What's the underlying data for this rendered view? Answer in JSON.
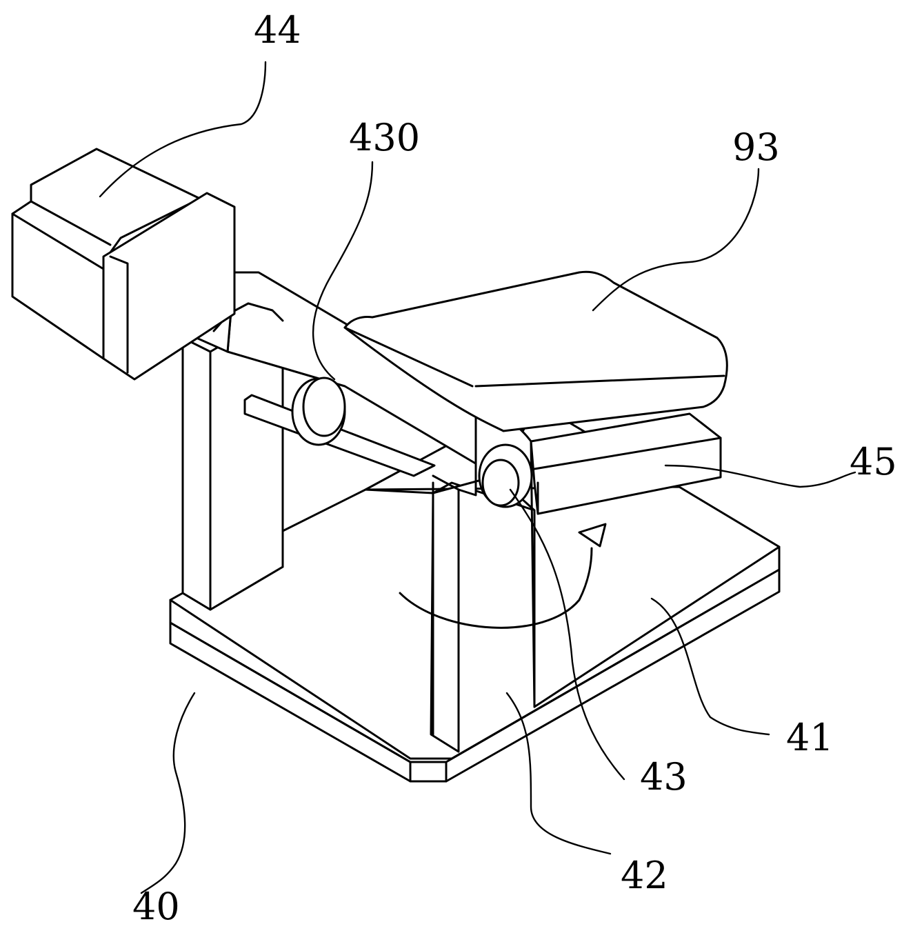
{
  "labels": {
    "ref_44": "44",
    "ref_430": "430",
    "ref_93": "93",
    "ref_45": "45",
    "ref_41": "41",
    "ref_43": "43",
    "ref_42": "42",
    "ref_40": "40"
  },
  "colors": {
    "line": "#000000",
    "background": "#ffffff"
  }
}
